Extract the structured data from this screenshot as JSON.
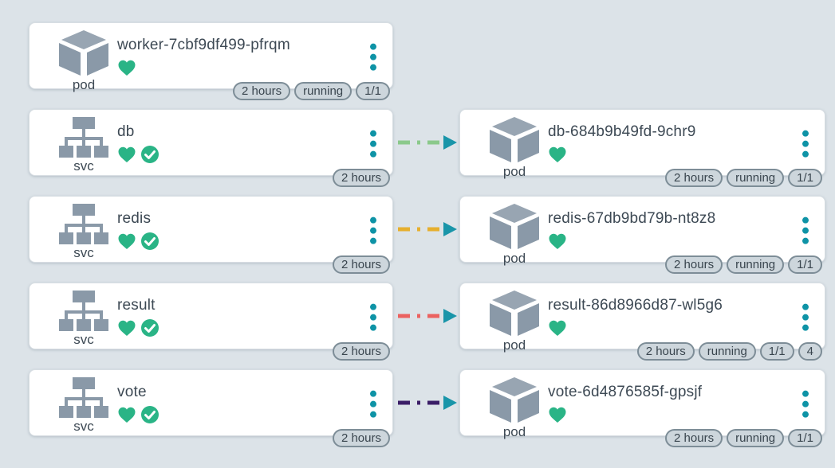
{
  "view": {
    "kind": "kubernetes-topology-graph"
  },
  "colors": {
    "background": "#dce3e8",
    "card_bg": "#ffffff",
    "card_border": "#d8dee3",
    "icon_gray": "#8a99a8",
    "icon_gray_light": "#98a5b2",
    "text_dark": "#3d4954",
    "healthy_green": "#2ab486",
    "menu_teal": "#0e93a6",
    "arrow_head": "#1995a9",
    "edge_db": "#8bc98b",
    "edge_redis": "#e6af2e",
    "edge_result": "#eb6260",
    "edge_vote": "#3b1e67",
    "badge_bg": "#cdd6dc",
    "badge_border": "#7d8d97",
    "badge_text": "#39454e"
  },
  "cards": [
    {
      "kind": "pod",
      "title": "worker-7cbf9df499-pfrqm",
      "health": [
        "heart"
      ],
      "badges": [
        "2 hours",
        "running",
        "1/1"
      ]
    },
    {
      "kind": "svc",
      "title": "db",
      "health": [
        "heart",
        "check"
      ],
      "badges": [
        "2 hours"
      ]
    },
    {
      "kind": "svc",
      "title": "redis",
      "health": [
        "heart",
        "check"
      ],
      "badges": [
        "2 hours"
      ]
    },
    {
      "kind": "svc",
      "title": "result",
      "health": [
        "heart",
        "check"
      ],
      "badges": [
        "2 hours"
      ]
    },
    {
      "kind": "svc",
      "title": "vote",
      "health": [
        "heart",
        "check"
      ],
      "badges": [
        "2 hours"
      ]
    },
    {
      "kind": "pod",
      "title": "db-684b9b49fd-9chr9",
      "health": [
        "heart"
      ],
      "badges": [
        "2 hours",
        "running",
        "1/1"
      ]
    },
    {
      "kind": "pod",
      "title": "redis-67db9bd79b-nt8z8",
      "health": [
        "heart"
      ],
      "badges": [
        "2 hours",
        "running",
        "1/1"
      ]
    },
    {
      "kind": "pod",
      "title": "result-86d8966d87-wl5g6",
      "health": [
        "heart"
      ],
      "badges": [
        "2 hours",
        "running",
        "1/1",
        "4"
      ]
    },
    {
      "kind": "pod",
      "title": "vote-6d4876585f-gpsjf",
      "health": [
        "heart"
      ],
      "badges": [
        "2 hours",
        "running",
        "1/1"
      ]
    }
  ],
  "edges": [
    {
      "from": "db",
      "to": "db-684b9b49fd-9chr9",
      "style": "dash-dot",
      "color_key": "edge_db"
    },
    {
      "from": "redis",
      "to": "redis-67db9bd79b-nt8z8",
      "style": "dash-dot",
      "color_key": "edge_redis"
    },
    {
      "from": "result",
      "to": "result-86d8966d87-wl5g6",
      "style": "dash-dot",
      "color_key": "edge_result"
    },
    {
      "from": "vote",
      "to": "vote-6d4876585f-gpsjf",
      "style": "dash-dot",
      "color_key": "edge_vote"
    }
  ]
}
